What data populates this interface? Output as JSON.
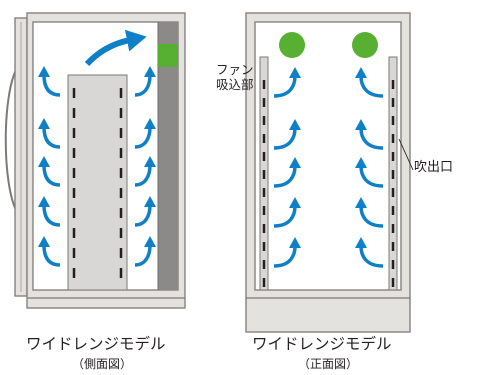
{
  "labels": {
    "fan_line1": "ファン",
    "fan_line2": "吸込部",
    "outlet": "吹出口"
  },
  "captions": {
    "side_title": "ワイドレンジモデル",
    "side_sub": "（側面図）",
    "front_title": "ワイドレンジモデル",
    "front_sub": "（正面図）"
  },
  "colors": {
    "cabinet_fill": "#e4e2df",
    "outline": "#7d7a77",
    "airflow_arrow": "#0f80c8",
    "fan": "#57b031",
    "fan_intake_bar": "#8b8a89",
    "shelf": "#d8d7d5"
  }
}
